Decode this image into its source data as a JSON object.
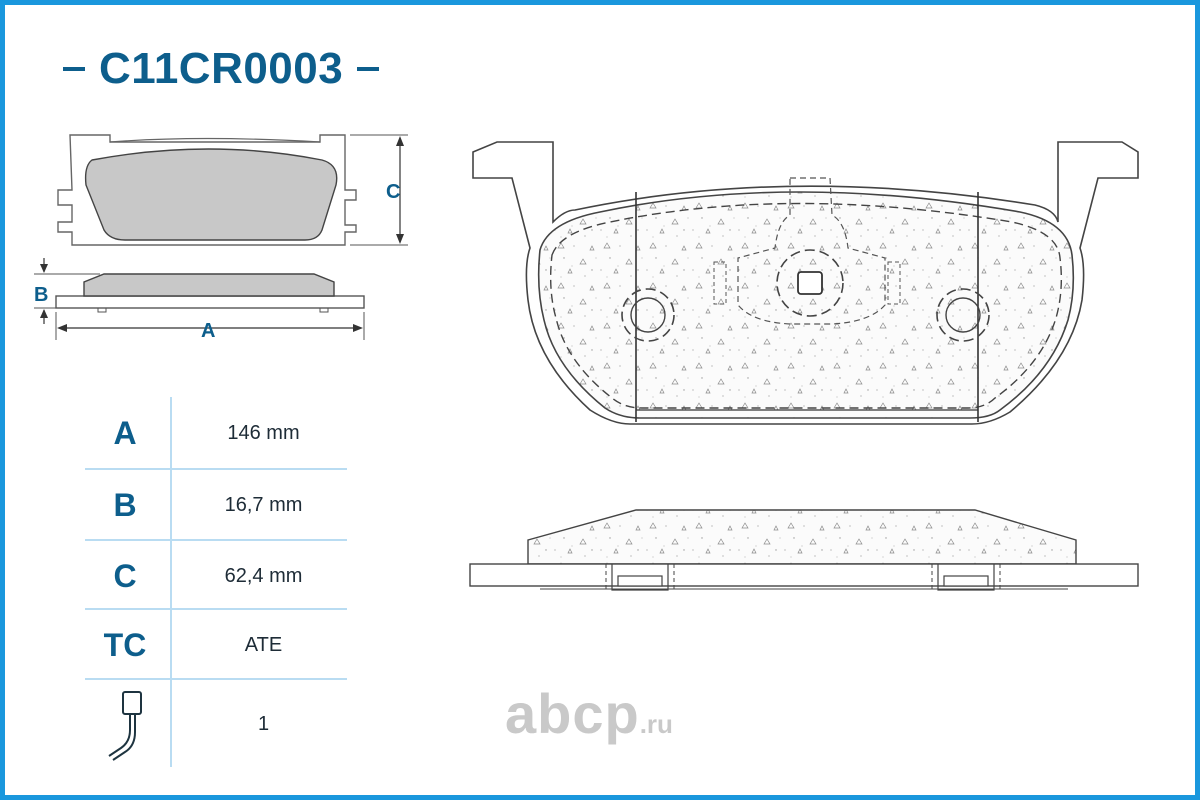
{
  "part_number": "C11CR0003",
  "dimension_labels": {
    "a": "A",
    "b": "B",
    "c": "C"
  },
  "specs": [
    {
      "key": "A",
      "value": "146 mm"
    },
    {
      "key": "B",
      "value": "16,7 mm"
    },
    {
      "key": "C",
      "value": "62,4 mm"
    },
    {
      "key": "TC",
      "value": "ATE"
    },
    {
      "key_icon": "wear-sensor-icon",
      "value": "1"
    }
  ],
  "watermark": {
    "name": "abcp",
    "tld": ".ru"
  },
  "colors": {
    "frame": "#1a97dd",
    "title": "#0d5e8c",
    "line": "#b9dcf2",
    "pad_fill": "#c8c8c8",
    "watermark": "#c9c9c9"
  }
}
